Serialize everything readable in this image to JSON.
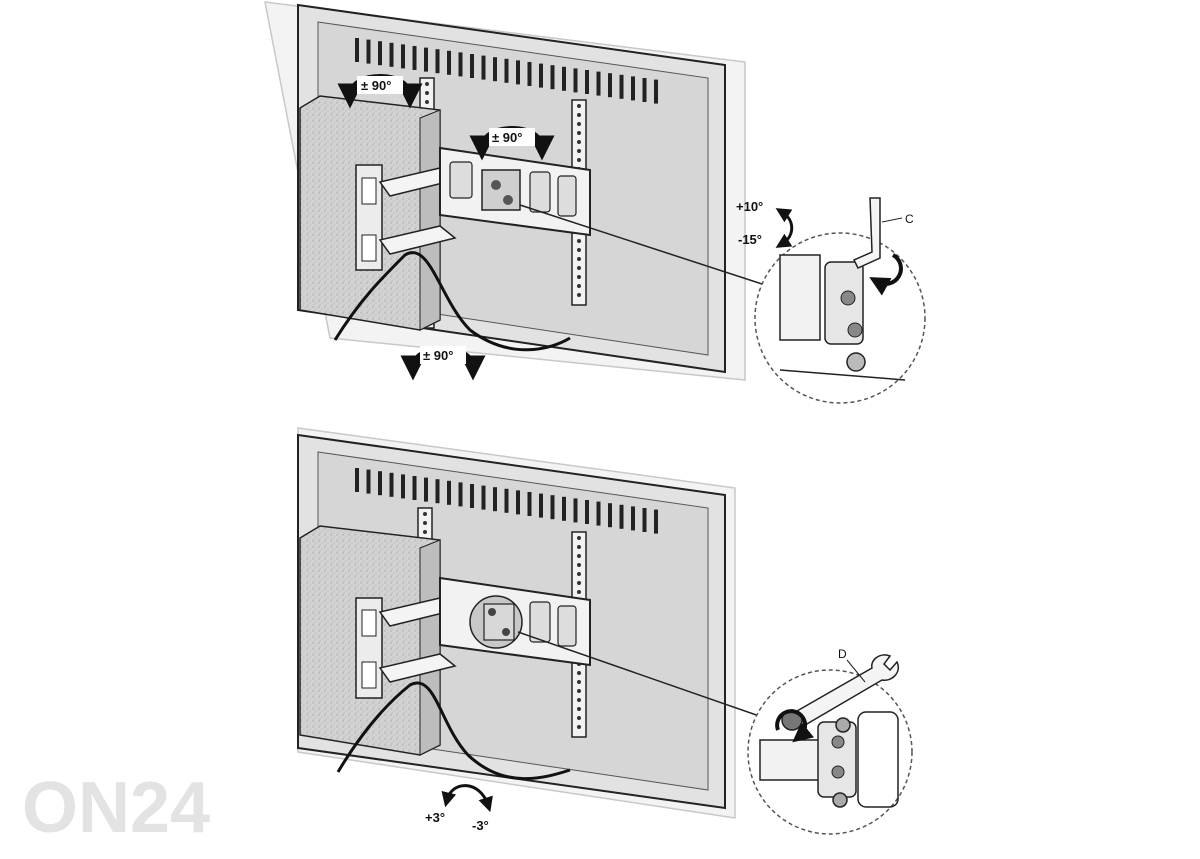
{
  "figure_top": {
    "rotation_wall": "± 90°",
    "rotation_arm": "± 90°",
    "rotation_bottom": "± 90°",
    "tilt_up": "+10°",
    "tilt_down": "-15°",
    "callout_letter": "C",
    "tool": "hex-key"
  },
  "figure_bottom": {
    "level_plus": "+3°",
    "level_minus": "-3°",
    "callout_letter": "D",
    "tool": "wrench"
  },
  "watermark": "ON24",
  "colors": {
    "tv_back": "#d9d9d9",
    "tv_frame": "#e6e6e6",
    "wall_block": "#cfcfcf",
    "bracket": "#f2f2f2",
    "line": "#222222"
  }
}
